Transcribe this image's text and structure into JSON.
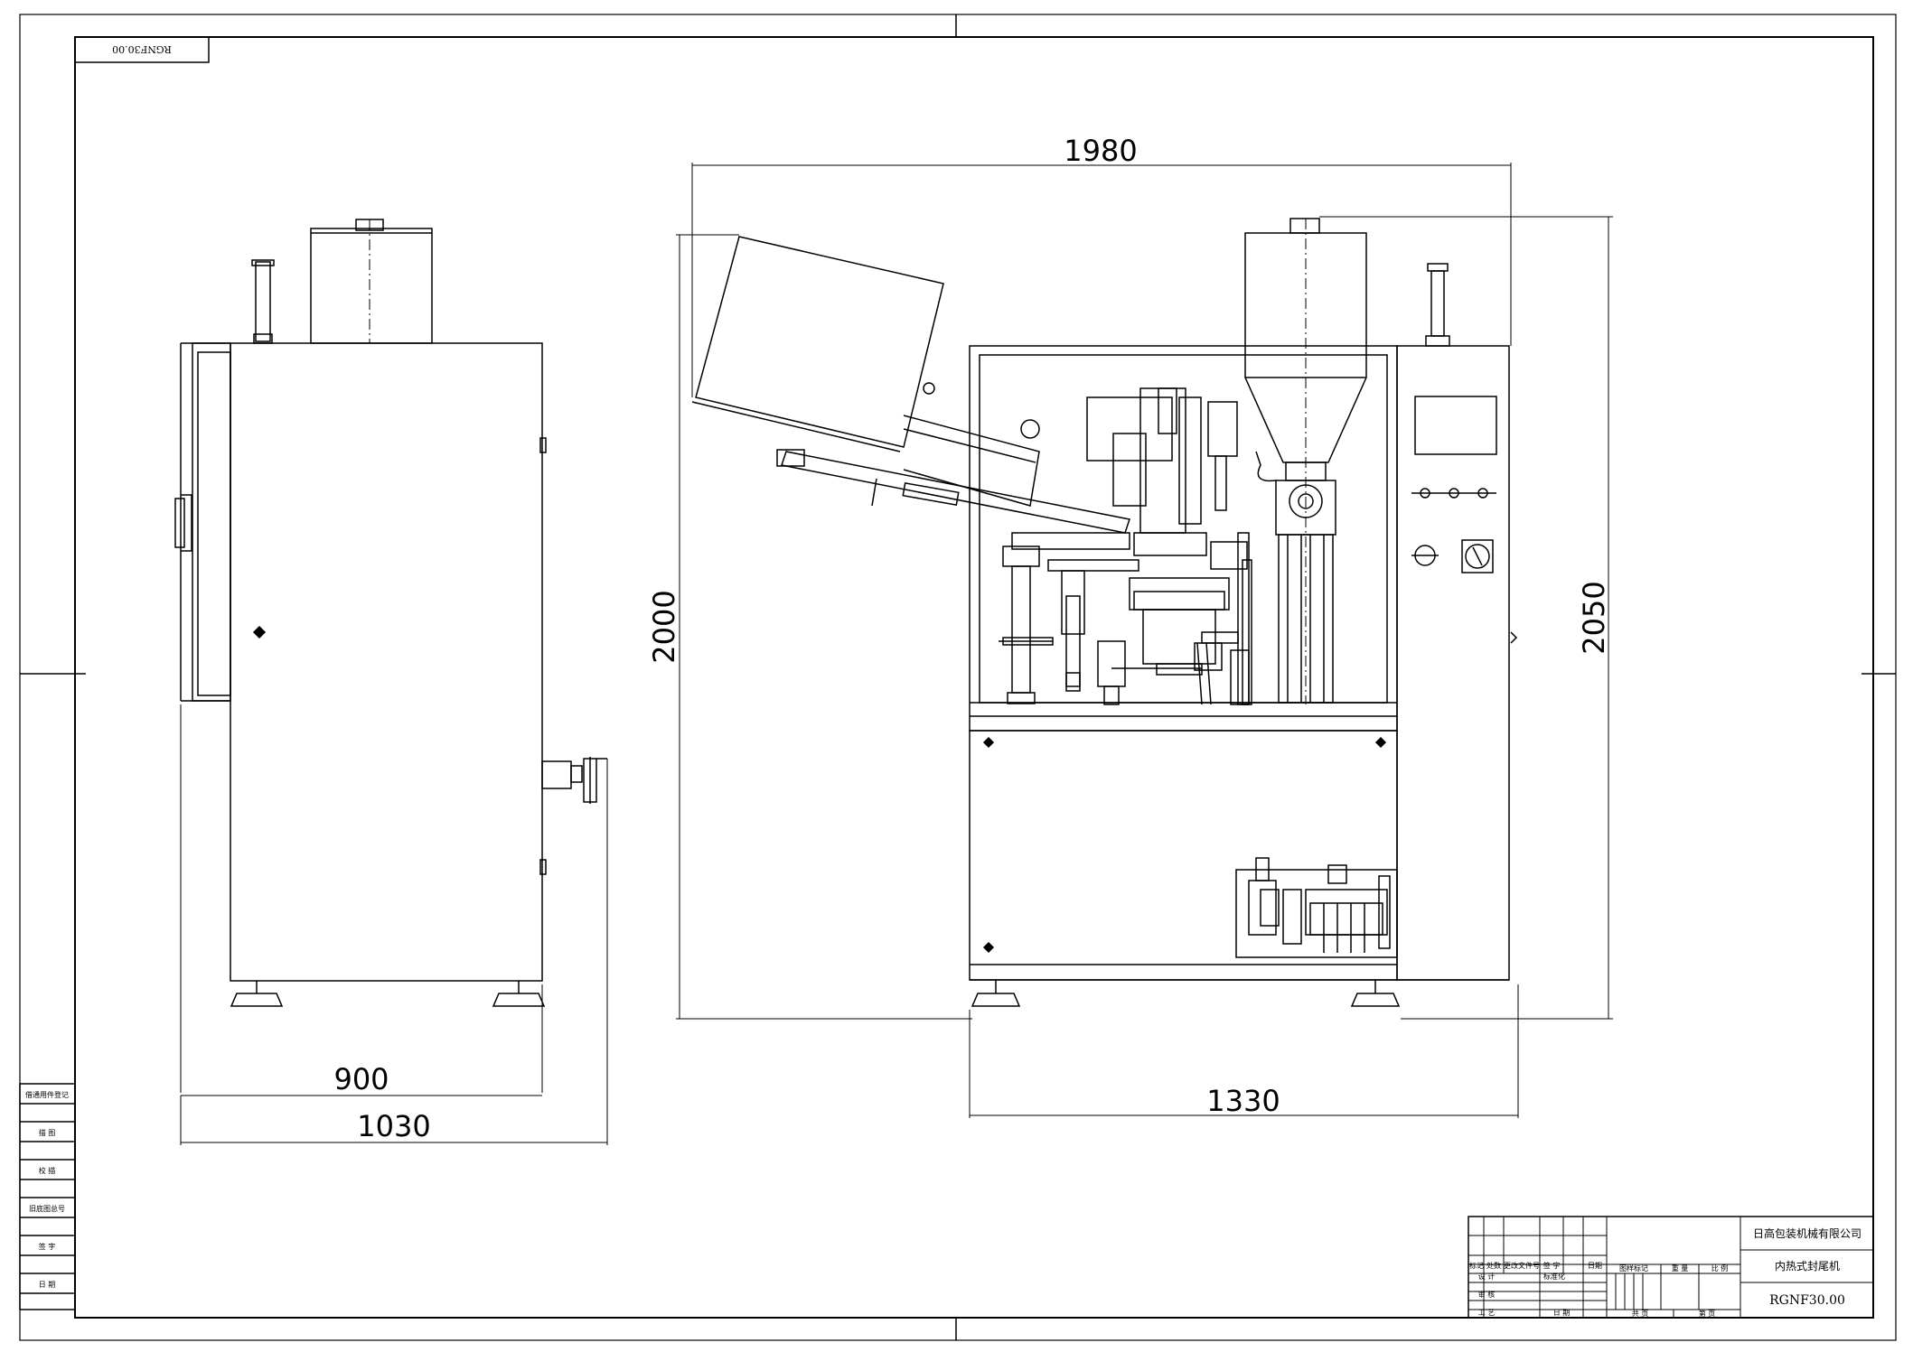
{
  "drawing": {
    "number_mirrored": "RGNF30.00",
    "number": "RGNF30.00",
    "company": "日高包装机械有限公司",
    "product": "内热式封尾机"
  },
  "dimensions": {
    "side_depth_inner": "900",
    "side_depth_outer": "1030",
    "front_width_total": "1980",
    "front_width_base": "1330",
    "front_height": "2000",
    "front_height_total": "2050"
  },
  "left_strip": [
    "借通用件登记",
    "描 图",
    "校 描",
    "旧底图总号",
    "签 字",
    "日 期"
  ],
  "title_block": {
    "row_header": [
      "标记",
      "处数",
      "更改文件号",
      "签 字",
      "日期"
    ],
    "std_label": "标准化",
    "rows": [
      "设 计",
      "审 核",
      "工 艺"
    ],
    "date_label": "日 期",
    "stage_label": "图样标记",
    "weight_label": "重 量",
    "scale_label": "比 例",
    "sheets_total": "共 页",
    "sheet_no": "第 页"
  }
}
